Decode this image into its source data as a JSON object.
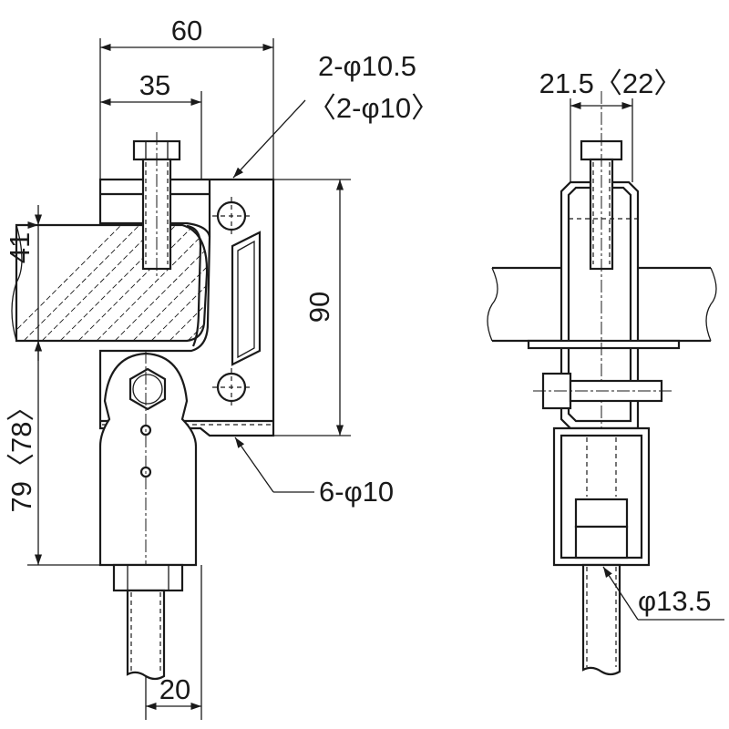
{
  "dimensions": {
    "width_total": "60",
    "width_bolt": "35",
    "holes_top": "2-φ10.5",
    "holes_top_alt": "〈2-φ10〉",
    "width_side": "21.5〈22〉",
    "flange_thickness": "41",
    "height_bracket": "90",
    "height_lower": "79〈78〉",
    "holes_bottom": "6-φ10",
    "rod_diameter": "φ13.5",
    "rod_width": "20"
  }
}
